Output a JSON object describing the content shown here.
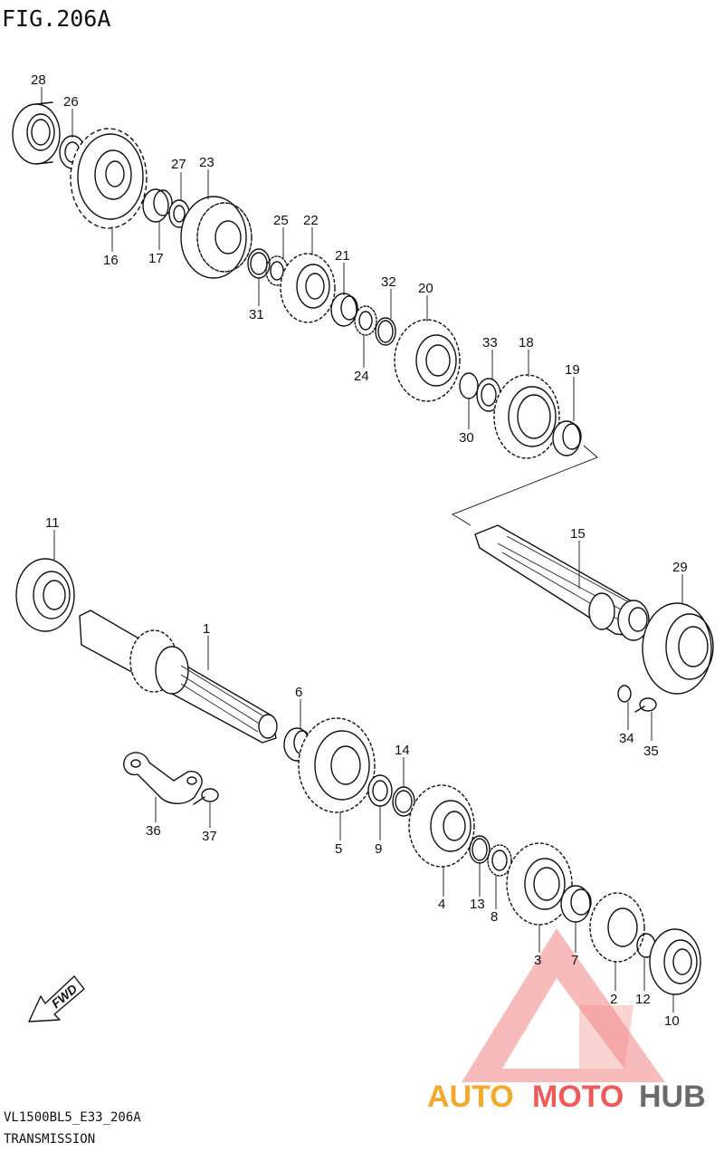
{
  "figure": {
    "title": "FIG.206A",
    "model_code": "VL1500BL5_E33_206A",
    "section": "TRANSMISSION"
  },
  "direction_marker": {
    "label": "FWD",
    "icon": "arrow-down-left-icon"
  },
  "watermark": {
    "auto": "AUTO",
    "moto": "MOTO",
    "hub": "HUB",
    "colors": {
      "auto": "#f3a92c",
      "moto": "#ee5a5a",
      "hub": "#6b6b6b",
      "triangle": "#ee5a5a"
    }
  },
  "callouts": [
    "28",
    "26",
    "27",
    "23",
    "25",
    "22",
    "21",
    "32",
    "20",
    "33",
    "18",
    "19",
    "16",
    "17",
    "31",
    "24",
    "30",
    "15",
    "29",
    "11",
    "1",
    "6",
    "14",
    "34",
    "35",
    "5",
    "9",
    "4",
    "13",
    "8",
    "36",
    "37",
    "3",
    "7",
    "2",
    "12",
    "10"
  ]
}
